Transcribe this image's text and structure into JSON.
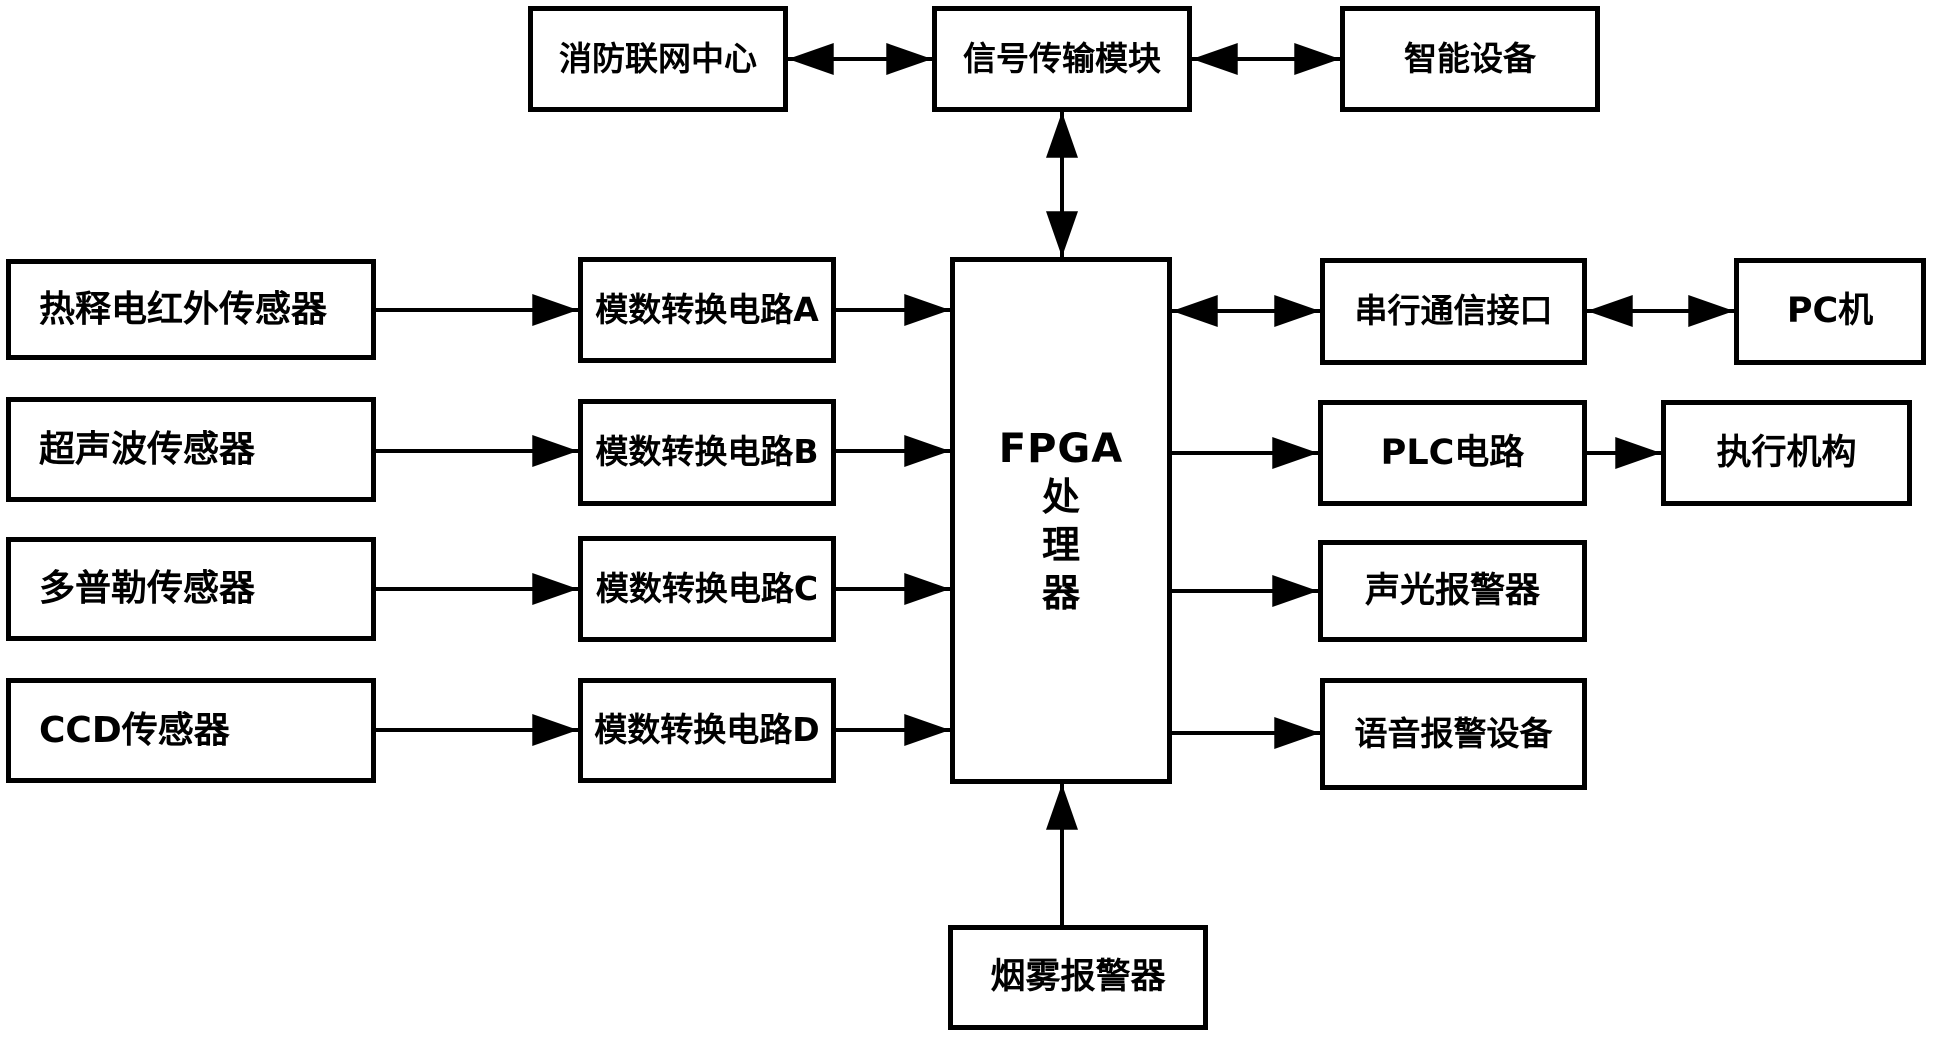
{
  "diagram": {
    "colors": {
      "line": "#000000",
      "background": "#ffffff",
      "text": "#000000"
    },
    "nodes": {
      "fire_network_center": "消防联网中心",
      "signal_transmission_module": "信号传输模块",
      "smart_device": "智能设备",
      "pyroelectric_infrared_sensor": "热释电红外传感器",
      "ultrasonic_sensor": "超声波传感器",
      "doppler_sensor": "多普勒传感器",
      "ccd_sensor": "CCD传感器",
      "adc_circuit_a": "模数转换电路A",
      "adc_circuit_b": "模数转换电路B",
      "adc_circuit_c": "模数转换电路C",
      "adc_circuit_d": "模数转换电路D",
      "fpga_processor": [
        "FPGA",
        "处",
        "理",
        "器"
      ],
      "serial_comm_interface": "串行通信接口",
      "pc": "PC机",
      "plc_circuit": "PLC电路",
      "actuator": "执行机构",
      "sound_light_alarm": "声光报警器",
      "voice_alarm_device": "语音报警设备",
      "smoke_alarm": "烟雾报警器"
    },
    "edges": [
      {
        "from": "fire_network_center",
        "to": "signal_transmission_module",
        "bidirectional": true
      },
      {
        "from": "signal_transmission_module",
        "to": "smart_device",
        "bidirectional": true
      },
      {
        "from": "signal_transmission_module",
        "to": "fpga_processor",
        "bidirectional": true
      },
      {
        "from": "pyroelectric_infrared_sensor",
        "to": "adc_circuit_a",
        "bidirectional": false
      },
      {
        "from": "ultrasonic_sensor",
        "to": "adc_circuit_b",
        "bidirectional": false
      },
      {
        "from": "doppler_sensor",
        "to": "adc_circuit_c",
        "bidirectional": false
      },
      {
        "from": "ccd_sensor",
        "to": "adc_circuit_d",
        "bidirectional": false
      },
      {
        "from": "adc_circuit_a",
        "to": "fpga_processor",
        "bidirectional": false
      },
      {
        "from": "adc_circuit_b",
        "to": "fpga_processor",
        "bidirectional": false
      },
      {
        "from": "adc_circuit_c",
        "to": "fpga_processor",
        "bidirectional": false
      },
      {
        "from": "adc_circuit_d",
        "to": "fpga_processor",
        "bidirectional": false
      },
      {
        "from": "fpga_processor",
        "to": "serial_comm_interface",
        "bidirectional": true
      },
      {
        "from": "serial_comm_interface",
        "to": "pc",
        "bidirectional": true
      },
      {
        "from": "fpga_processor",
        "to": "plc_circuit",
        "bidirectional": false
      },
      {
        "from": "plc_circuit",
        "to": "actuator",
        "bidirectional": false
      },
      {
        "from": "fpga_processor",
        "to": "sound_light_alarm",
        "bidirectional": false
      },
      {
        "from": "fpga_processor",
        "to": "voice_alarm_device",
        "bidirectional": false
      },
      {
        "from": "smoke_alarm",
        "to": "fpga_processor",
        "bidirectional": false
      }
    ]
  }
}
